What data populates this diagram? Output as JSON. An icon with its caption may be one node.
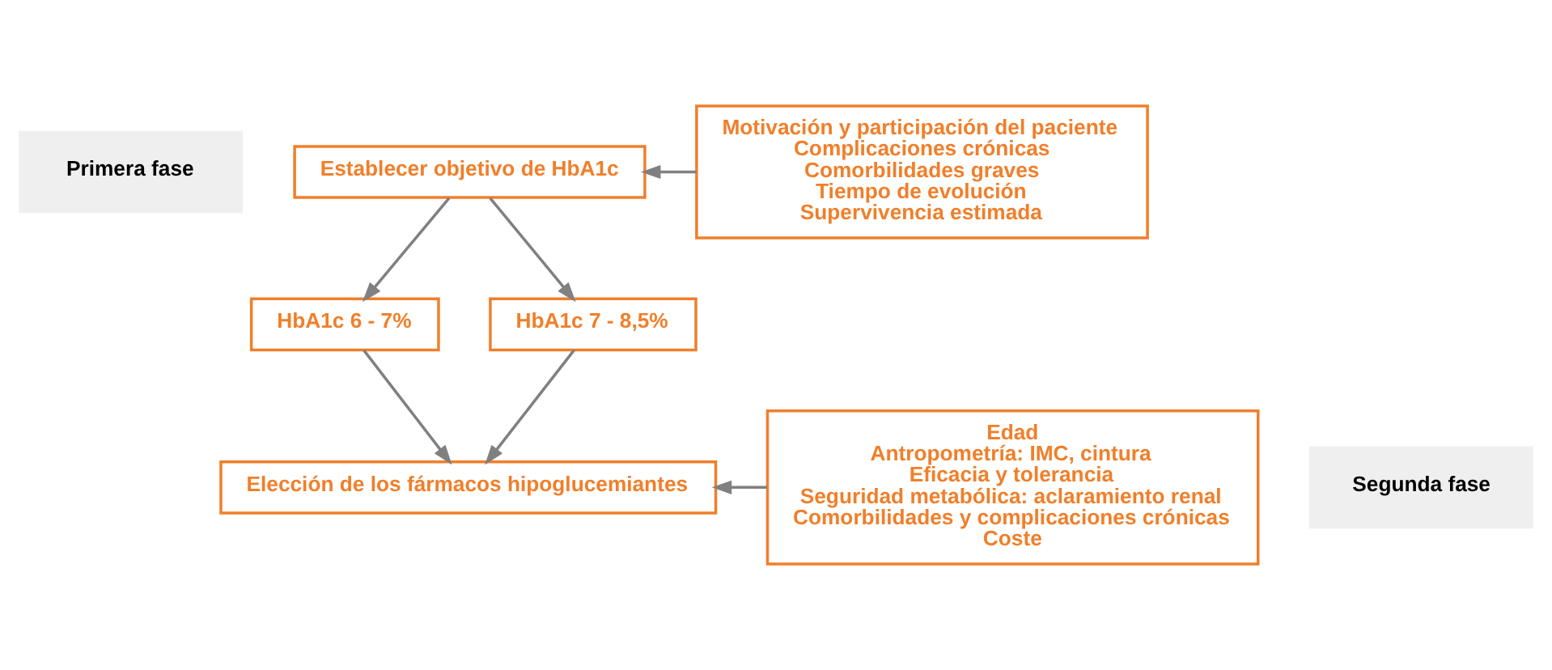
{
  "diagram": {
    "nodes": [
      {
        "text": [
          "Primera fase"
        ]
      },
      {
        "text": [
          "Establecer objetivo de HbA1c"
        ]
      },
      {
        "text": [
          "Motivación y participación del paciente",
          "Complicaciones crónicas",
          "Comorbilidades graves",
          "Tiempo de evolución",
          "Supervivencia estimada"
        ]
      },
      {
        "text": [
          "HbA1c 6 - 7%"
        ]
      },
      {
        "text": [
          "HbA1c 7 - 8,5%"
        ]
      },
      {
        "text": [
          "Segunda fase"
        ]
      },
      {
        "text": [
          "Elección de los fármacos hipoglucemiantes"
        ]
      },
      {
        "text": [
          "Edad",
          "Antropometría: IMC, cintura",
          "Eficacia y tolerancia",
          "Seguridad metabólica: aclaramiento renal",
          "Comorbilidades y complicaciones crónicas",
          "Coste"
        ]
      }
    ],
    "edges": [
      {
        "from": 2,
        "to": 1,
        "arrow": "to"
      },
      {
        "from": 1,
        "to": 3,
        "arrow": "to"
      },
      {
        "from": 1,
        "to": 4,
        "arrow": "to"
      },
      {
        "from": 3,
        "to": 6,
        "arrow": "to"
      },
      {
        "from": 4,
        "to": 6,
        "arrow": "to"
      },
      {
        "from": 7,
        "to": 6,
        "arrow": "to"
      }
    ]
  }
}
